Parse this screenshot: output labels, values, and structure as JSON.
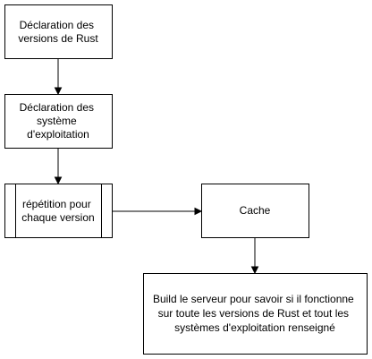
{
  "nodes": [
    {
      "id": "rust-versions",
      "shape": "rect",
      "lines": [
        "Déclaration des",
        "versions de Rust"
      ]
    },
    {
      "id": "os-declaration",
      "shape": "rect",
      "lines": [
        "Déclaration des",
        "système",
        "d'exploitation"
      ]
    },
    {
      "id": "repeat-per-version",
      "shape": "process",
      "lines": [
        "répétition pour",
        "chaque version"
      ]
    },
    {
      "id": "cache",
      "shape": "rect",
      "lines": [
        "Cache"
      ]
    },
    {
      "id": "build-server",
      "shape": "rect",
      "lines": [
        "Build le serveur pour savoir si il fonctionne",
        "sur toute les versions de Rust et tout les",
        "systèmes d'exploitation renseigné"
      ]
    }
  ],
  "edges": [
    {
      "from": "rust-versions",
      "to": "os-declaration"
    },
    {
      "from": "os-declaration",
      "to": "repeat-per-version"
    },
    {
      "from": "repeat-per-version",
      "to": "cache"
    },
    {
      "from": "cache",
      "to": "build-server"
    }
  ],
  "colors": {
    "stroke": "#000000",
    "fill": "#ffffff",
    "text": "#000000"
  }
}
